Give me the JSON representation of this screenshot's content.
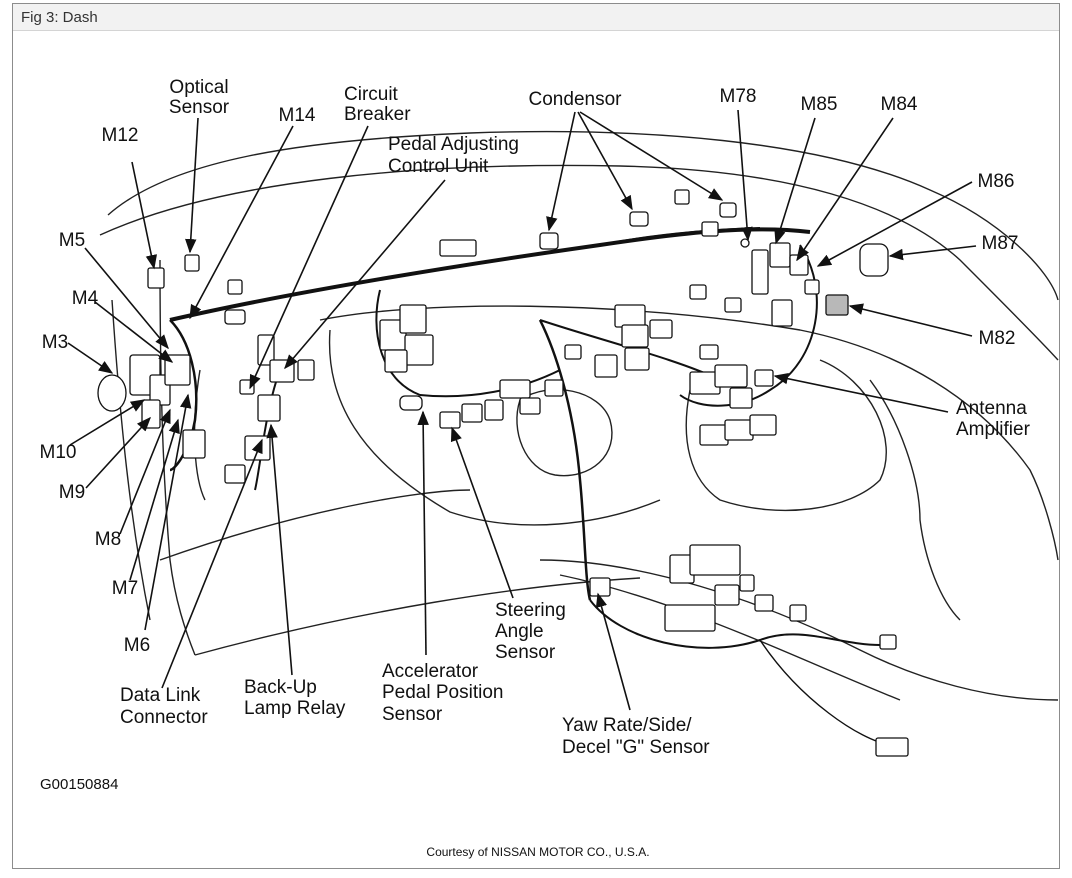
{
  "figure": {
    "title": "Fig 3: Dash"
  },
  "labels": {
    "optical_sensor": [
      "Optical",
      "Sensor"
    ],
    "m12": "M12",
    "m14": "M14",
    "circuit_breaker": [
      "Circuit",
      "Breaker"
    ],
    "pedal_adjusting": [
      "Pedal Adjusting",
      "Control Unit"
    ],
    "condensor": "Condensor",
    "m78": "M78",
    "m85": "M85",
    "m84": "M84",
    "m86": "M86",
    "m87": "M87",
    "m82": "M82",
    "m5": "M5",
    "m4": "M4",
    "m3": "M3",
    "m10": "M10",
    "m9": "M9",
    "m8": "M8",
    "m7": "M7",
    "m6": "M6",
    "antenna_amplifier": [
      "Antenna",
      "Amplifier"
    ],
    "data_link_connector": [
      "Data Link",
      "Connector"
    ],
    "backup_lamp_relay": [
      "Back-Up",
      "Lamp Relay"
    ],
    "accelerator_sensor": [
      "Accelerator",
      "Pedal Position",
      "Sensor"
    ],
    "steering_angle_sensor": [
      "Steering",
      "Angle",
      "Sensor"
    ],
    "yaw_rate_sensor": [
      "Yaw Rate/Side/",
      "Decel \"G\" Sensor"
    ]
  },
  "figure_code": "G00150884",
  "credit": "Courtesy of NISSAN MOTOR CO., U.S.A."
}
